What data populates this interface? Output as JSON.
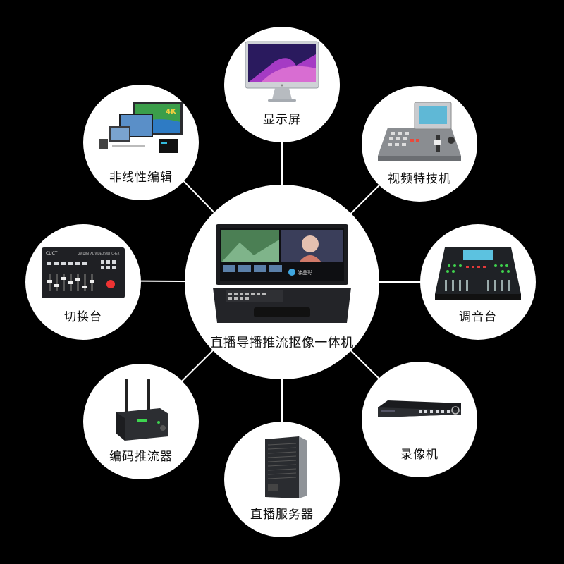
{
  "diagram": {
    "center": {
      "id": "all-in-one",
      "label": "直播导播推流抠像一体机",
      "screen_text": "沸晶彩"
    },
    "nodes": [
      {
        "id": "display",
        "label": "显示屏"
      },
      {
        "id": "video-effects",
        "label": "视频特技机"
      },
      {
        "id": "audio-mixer",
        "label": "调音台"
      },
      {
        "id": "recorder",
        "label": "录像机"
      },
      {
        "id": "streaming-server",
        "label": "直播服务器"
      },
      {
        "id": "encoder",
        "label": "编码推流器"
      },
      {
        "id": "switcher",
        "label": "切换台",
        "device_text": "CUCT",
        "device_subtext": "2V DIGITAL VIDEO SWITCHER"
      },
      {
        "id": "nle",
        "label": "非线性编辑",
        "badge": "4K"
      }
    ],
    "colors": {
      "background": "#000000",
      "circle": "#ffffff",
      "spoke": "#ffffff",
      "label": "#111111"
    }
  }
}
